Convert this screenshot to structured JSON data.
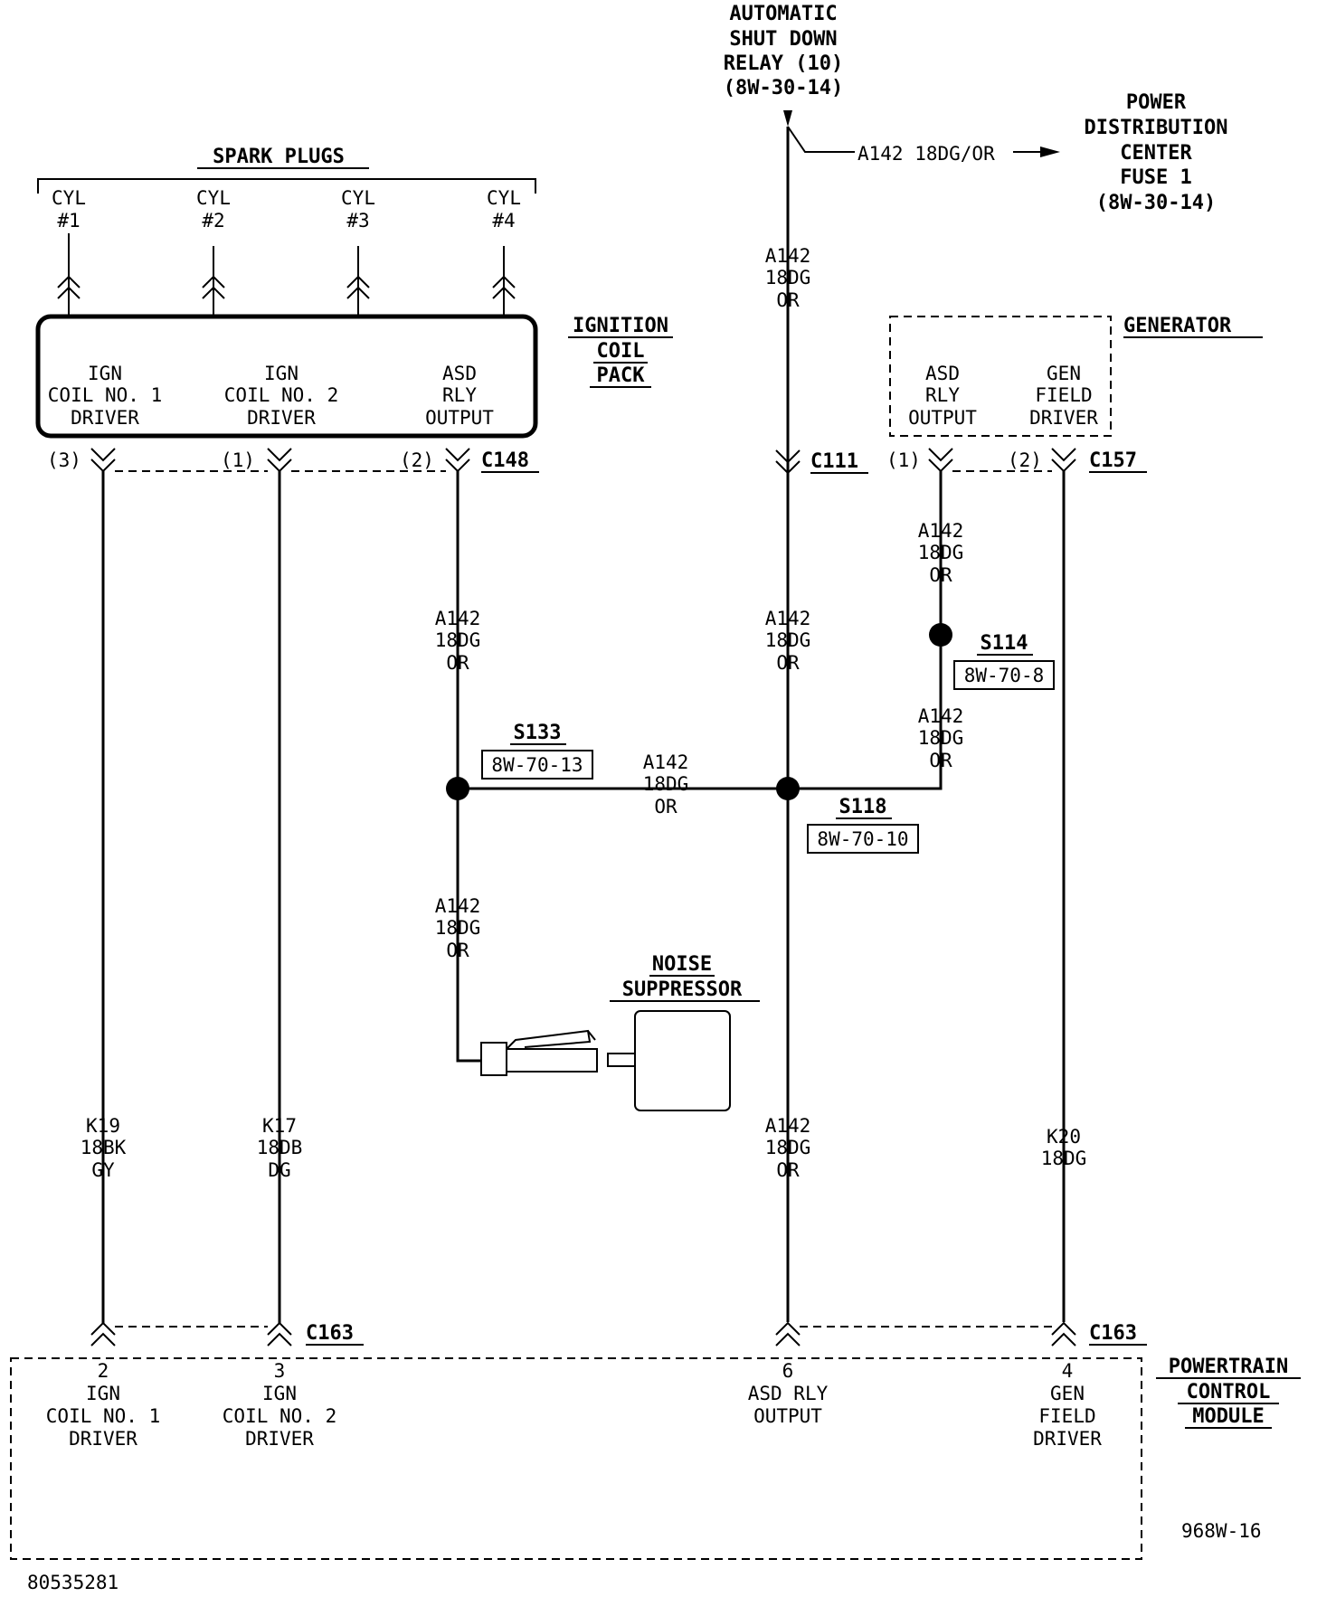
{
  "relay": {
    "line1": "AUTOMATIC",
    "line2": "SHUT DOWN",
    "line3": "RELAY (10)",
    "line4": "(8W-30-14)"
  },
  "pdc": {
    "line1": "POWER",
    "line2": "DISTRIBUTION",
    "line3": "CENTER",
    "line4": "FUSE 1",
    "line5": "(8W-30-14)",
    "feed_label": "A142 18DG/OR"
  },
  "spark_plugs": {
    "title": "SPARK PLUGS",
    "cylinders": [
      {
        "l1": "CYL",
        "l2": "#1"
      },
      {
        "l1": "CYL",
        "l2": "#2"
      },
      {
        "l1": "CYL",
        "l2": "#3"
      },
      {
        "l1": "CYL",
        "l2": "#4"
      }
    ]
  },
  "coil_pack": {
    "title1": "IGNITION",
    "title2": "COIL",
    "title3": "PACK",
    "pins": [
      {
        "l1": "IGN",
        "l2": "COIL NO. 1",
        "l3": "DRIVER",
        "cavity": "(3)"
      },
      {
        "l1": "IGN",
        "l2": "COIL NO. 2",
        "l3": "DRIVER",
        "cavity": "(1)"
      },
      {
        "l1": "ASD",
        "l2": "RLY",
        "l3": "OUTPUT",
        "cavity": "(2)"
      }
    ],
    "connector": "C148"
  },
  "generator": {
    "title": "GENERATOR",
    "pins": [
      {
        "l1": "ASD",
        "l2": "RLY",
        "l3": "OUTPUT",
        "cavity": "(1)"
      },
      {
        "l1": "GEN",
        "l2": "FIELD",
        "l3": "DRIVER",
        "cavity": "(2)"
      }
    ],
    "connector": "C157"
  },
  "connectors": {
    "c111": "C111",
    "c163_left": "C163",
    "c163_right": "C163"
  },
  "wire": {
    "a142_1": "A142",
    "a142_2": "18DG",
    "a142_3": "OR",
    "k19_1": "K19",
    "k19_2": "18BK",
    "k19_3": "GY",
    "k17_1": "K17",
    "k17_2": "18DB",
    "k17_3": "DG",
    "k20_1": "K20",
    "k20_2": "18DG"
  },
  "splices": {
    "s133": {
      "id": "S133",
      "ref": "8W-70-13"
    },
    "s118": {
      "id": "S118",
      "ref": "8W-70-10"
    },
    "s114": {
      "id": "S114",
      "ref": "8W-70-8"
    }
  },
  "suppressor": {
    "line1": "NOISE",
    "line2": "SUPPRESSOR"
  },
  "pcm": {
    "title1": "POWERTRAIN",
    "title2": "CONTROL",
    "title3": "MODULE",
    "pins": [
      {
        "num": "2",
        "l1": "IGN",
        "l2": "COIL NO. 1",
        "l3": "DRIVER"
      },
      {
        "num": "3",
        "l1": "IGN",
        "l2": "COIL NO. 2",
        "l3": "DRIVER"
      },
      {
        "num": "6",
        "l1": "ASD RLY",
        "l2": "OUTPUT"
      },
      {
        "num": "4",
        "l1": "GEN",
        "l2": "FIELD",
        "l3": "DRIVER"
      }
    ]
  },
  "footer": {
    "figure_code": "968W-16",
    "part_number": "80535281"
  }
}
